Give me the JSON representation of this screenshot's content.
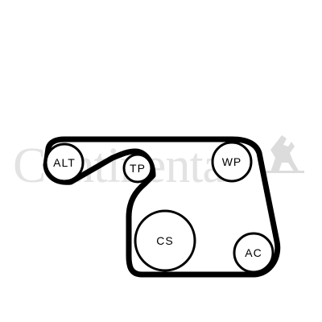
{
  "watermark": {
    "brand": "Continental",
    "logo_icon": "prancing-horse-icon"
  },
  "pulleys": [
    {
      "id": "alt",
      "label": "ALT"
    },
    {
      "id": "tp",
      "label": "TP"
    },
    {
      "id": "wp",
      "label": "WP"
    },
    {
      "id": "cs",
      "label": "CS"
    },
    {
      "id": "ac",
      "label": "AC"
    }
  ],
  "colors": {
    "belt": "#000000",
    "pulley_stroke": "#000000",
    "watermark": "#e3e3e3"
  }
}
